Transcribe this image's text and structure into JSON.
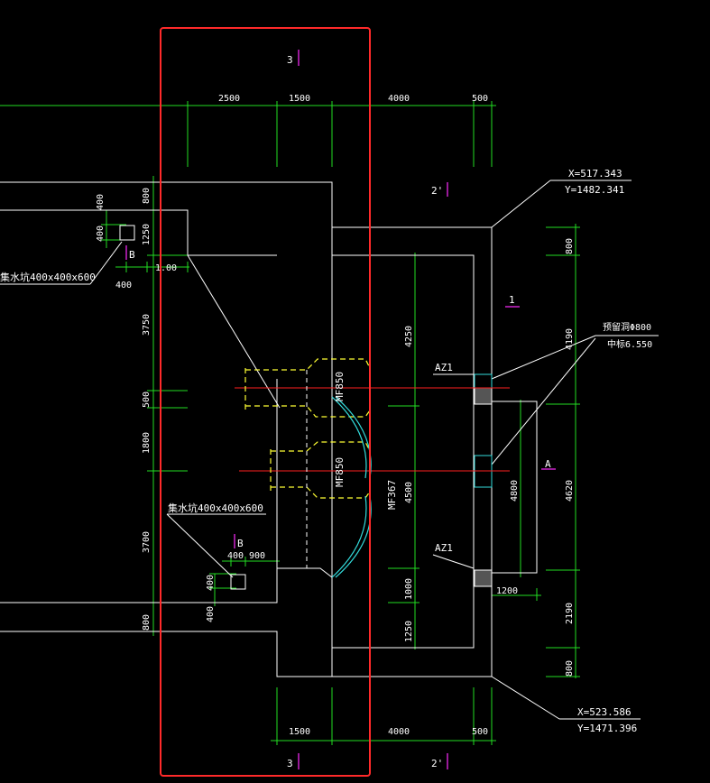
{
  "colors": {
    "background": "#000000",
    "outline": "#ffffff",
    "dimension": "#22dd22",
    "axis": "#ff2020",
    "hidden": "#ffff33",
    "arc": "#33dddd",
    "highlight_frame": "#ff2a2a",
    "section_mark": "#cc22cc"
  },
  "section_marks": {
    "top_3": "3",
    "bottom_3": "3",
    "top_2p": "2'",
    "bottom_2p": "2'",
    "right_1": "1",
    "right_A": "A",
    "left_B_top": "B",
    "left_B_bottom": "B"
  },
  "dims_top": [
    "2500",
    "1500",
    "4000",
    "500"
  ],
  "dims_bottom": [
    "1500",
    "4000",
    "500"
  ],
  "dims_left": [
    "800",
    "1250",
    "3750",
    "500",
    "1800",
    "3700",
    "800"
  ],
  "dims_left_misc": [
    "400",
    "400",
    "400",
    "400",
    "400",
    "400",
    "900",
    "1.00"
  ],
  "dims_inner": [
    "4250",
    "4500",
    "1000",
    "1250"
  ],
  "dims_right": [
    "800",
    "4190",
    "4620",
    "2190",
    "800",
    "4800",
    "1200"
  ],
  "labels": {
    "sump_top": "集水坑400x400x600",
    "sump_bottom": "集水坑400x400x600",
    "door_mf850_1": "MF850",
    "door_mf850_2": "MF850",
    "door_mf367": "MF367",
    "az1_top": "AZ1",
    "az1_bottom": "AZ1",
    "pipe_note_1": "预留洞Φ800",
    "pipe_note_2": "中标6.550"
  },
  "coords": {
    "top_x": "X=517.343",
    "top_y": "Y=1482.341",
    "bottom_x": "X=523.586",
    "bottom_y": "Y=1471.396"
  }
}
